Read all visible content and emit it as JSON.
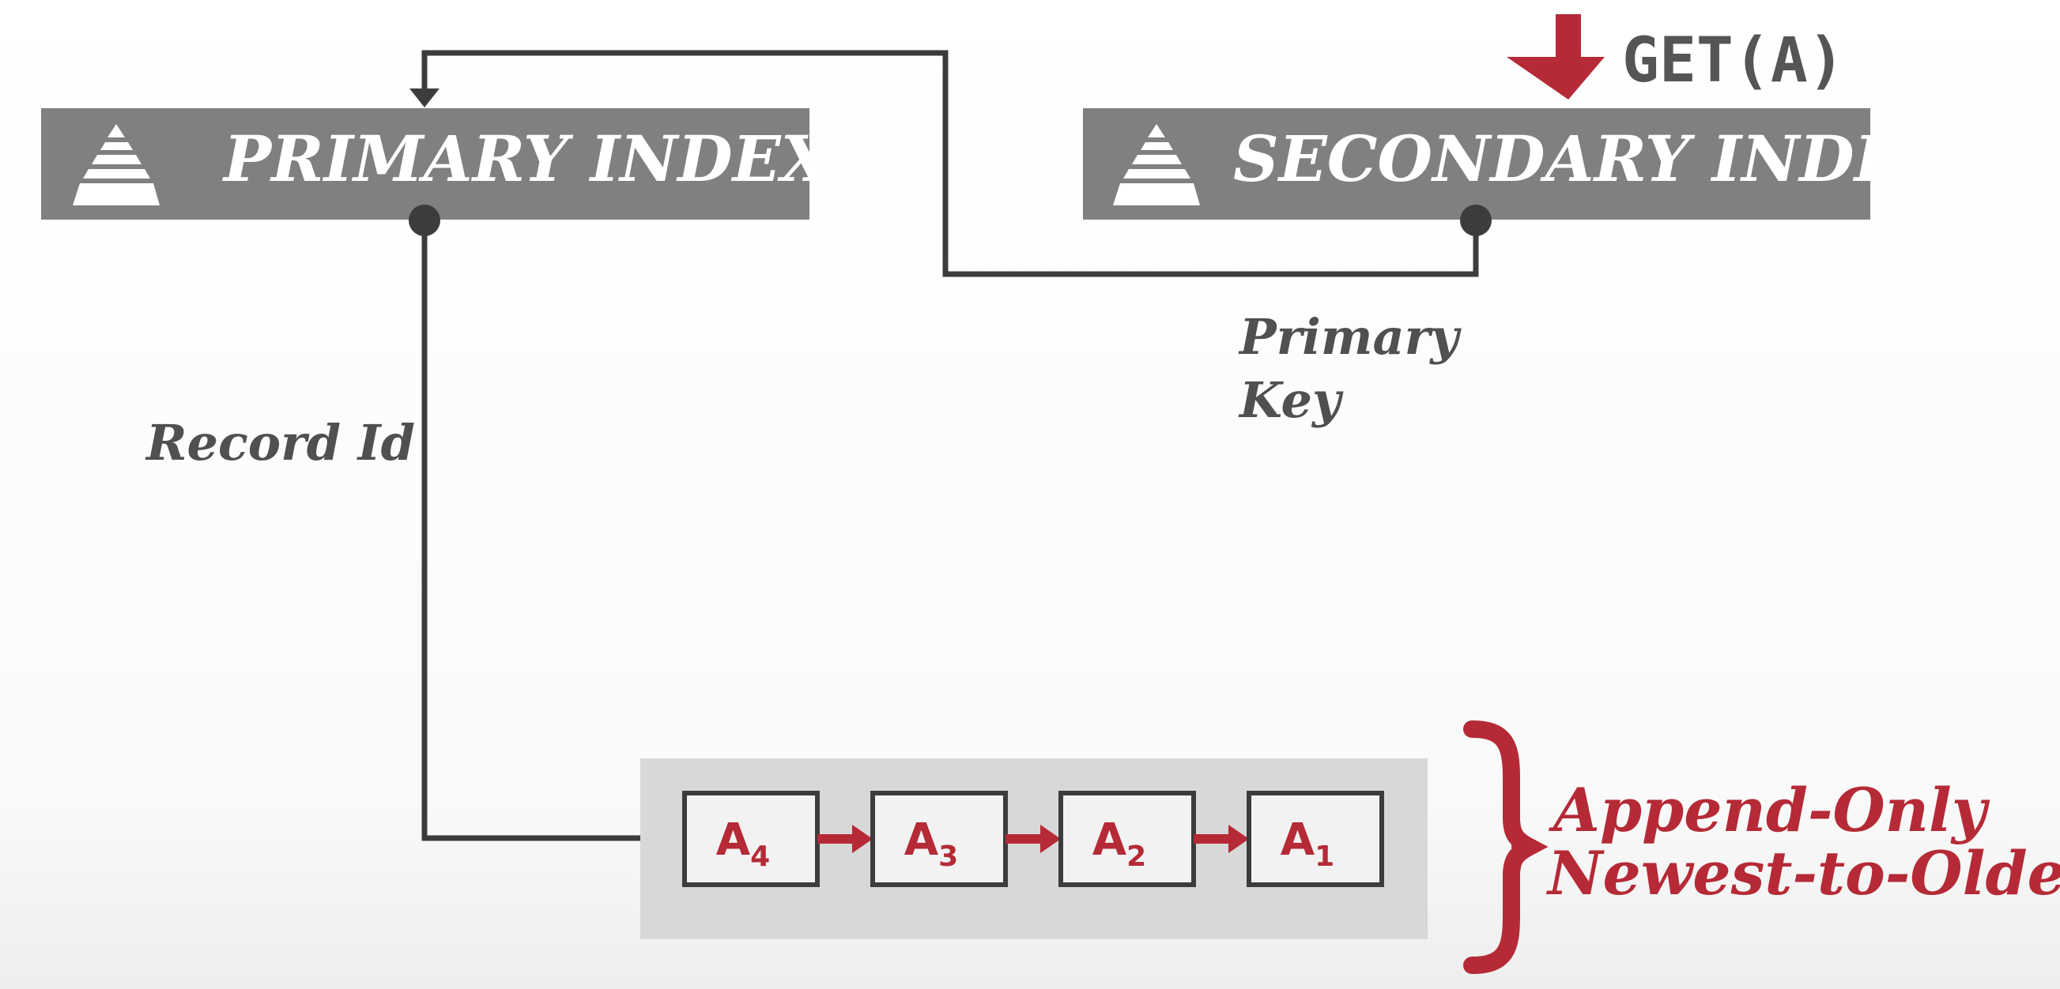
{
  "primary_index": {
    "label": "PRIMARY INDEX"
  },
  "secondary_index": {
    "label": "SECONDARY INDEX"
  },
  "operation": {
    "label": "GET(A)"
  },
  "pointer_labels": {
    "record_id": "Record Id",
    "primary_key_line1": "Primary",
    "primary_key_line2": "Key"
  },
  "version_chain": [
    {
      "base": "A",
      "sub": "4"
    },
    {
      "base": "A",
      "sub": "3"
    },
    {
      "base": "A",
      "sub": "2"
    },
    {
      "base": "A",
      "sub": "1"
    }
  ],
  "annotation": {
    "line1": "Append-Only",
    "line2": "Newest-to-Oldest"
  },
  "colors": {
    "index_bar": "#808080",
    "accent": "#b52a36",
    "line": "#3c3c3c",
    "text_gray": "#505050",
    "version_bg": "#d8d8d8"
  }
}
